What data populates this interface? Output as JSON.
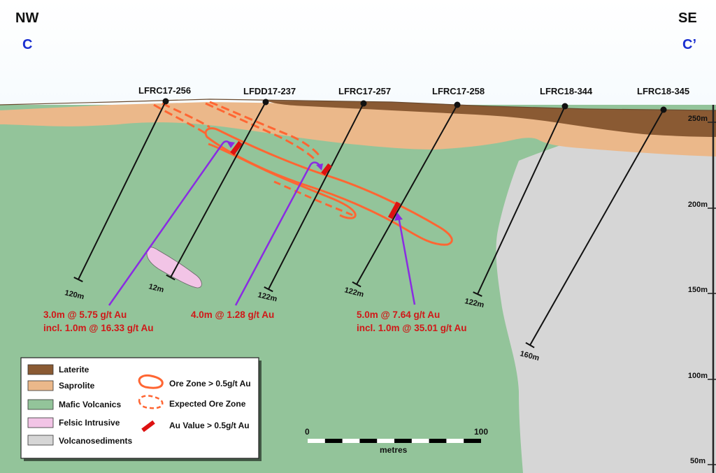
{
  "section": {
    "left_direction": "NW",
    "right_direction": "SE",
    "left_section": "C",
    "right_section": "C’"
  },
  "colors": {
    "laterite": "#8a5a33",
    "saprolite": "#ebb88a",
    "mafic_volcanics": "#93c49a",
    "felsic_intrusive": "#f2c4e6",
    "volcanosediments": "#d6d6d6",
    "ore_zone": "#ff6633",
    "au_value": "#dd1111",
    "intercept_arrow": "#8a2be2"
  },
  "elevation_labels": [
    "250m",
    "200m",
    "150m",
    "100m",
    "50m"
  ],
  "drillholes": [
    {
      "id": "LFRC17-256",
      "end_depth": "120m"
    },
    {
      "id": "LFDD17-237",
      "end_depth": "12m"
    },
    {
      "id": "LFRC17-257",
      "end_depth": "122m"
    },
    {
      "id": "LFRC17-258",
      "end_depth": "122m"
    },
    {
      "id": "LFRC18-344",
      "end_depth": "122m"
    },
    {
      "id": "LFRC18-345",
      "end_depth": "160m"
    }
  ],
  "intercepts": [
    {
      "line1": "3.0m @ 5.75 g/t Au",
      "line2": "incl. 1.0m @ 16.33 g/t Au"
    },
    {
      "line1": "4.0m @ 1.28 g/t Au",
      "line2": ""
    },
    {
      "line1": "5.0m @ 7.64 g/t Au",
      "line2": "incl. 1.0m @ 35.01 g/t Au"
    }
  ],
  "legend": {
    "lithology": [
      "Laterite",
      "Saprolite",
      "Mafic Volcanics",
      "Felsic Intrusive",
      "Volcanosediments"
    ],
    "symbols": [
      "Ore Zone > 0.5g/t Au",
      "Expected Ore Zone",
      "Au Value > 0.5g/t Au"
    ]
  },
  "scale": {
    "start": "0",
    "end": "100",
    "unit": "metres"
  }
}
